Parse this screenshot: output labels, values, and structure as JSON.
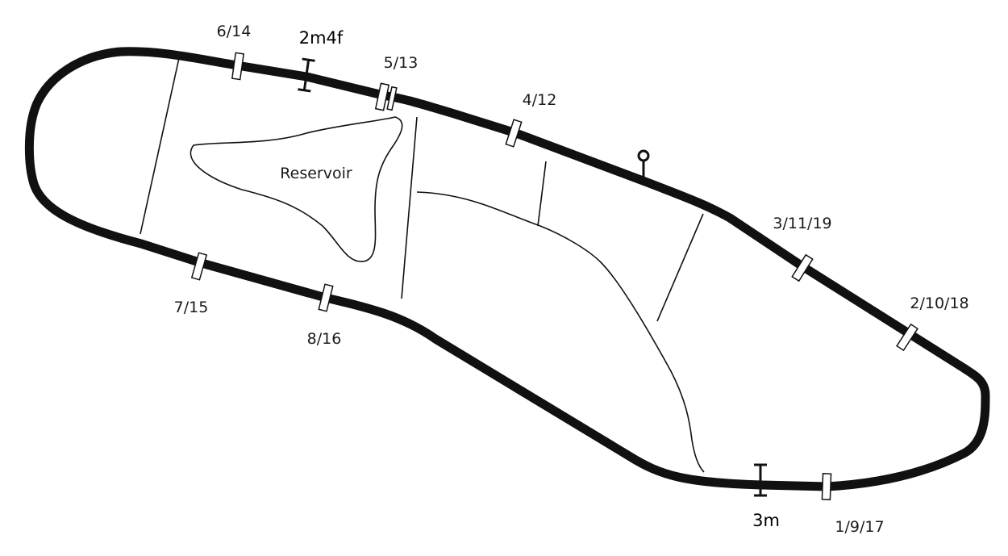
{
  "diagram": {
    "reservoir_label": "Reservoir",
    "fence_labels": [
      "6/14",
      "5/13",
      "4/12",
      "3/11/19",
      "2/10/18",
      "1/9/17",
      "7/15",
      "8/16"
    ],
    "start_labels": [
      "2m4f",
      "3m"
    ],
    "colors": {
      "track": "#111111",
      "background": "#ffffff",
      "fence": "#ffffff"
    }
  }
}
